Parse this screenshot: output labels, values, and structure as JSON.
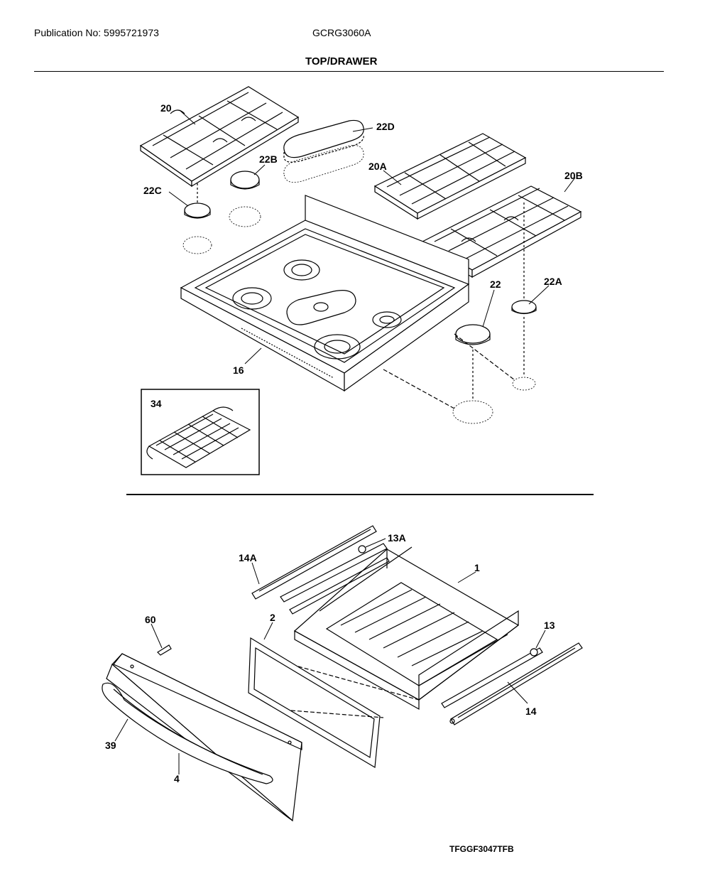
{
  "header": {
    "publication": "Publication No: 5995721973",
    "model": "GCRG3060A",
    "section_title": "TOP/DRAWER"
  },
  "footer": {
    "code": "TFGGF3047TFB"
  },
  "callouts": {
    "c20": "20",
    "c22D": "22D",
    "c22B": "22B",
    "c20A": "20A",
    "c20B": "20B",
    "c22C": "22C",
    "c22": "22",
    "c22A": "22A",
    "c16": "16",
    "c34": "34",
    "c14A": "14A",
    "c13A": "13A",
    "c1": "1",
    "c60": "60",
    "c2": "2",
    "c13": "13",
    "c14": "14",
    "c39": "39",
    "c4": "4"
  }
}
